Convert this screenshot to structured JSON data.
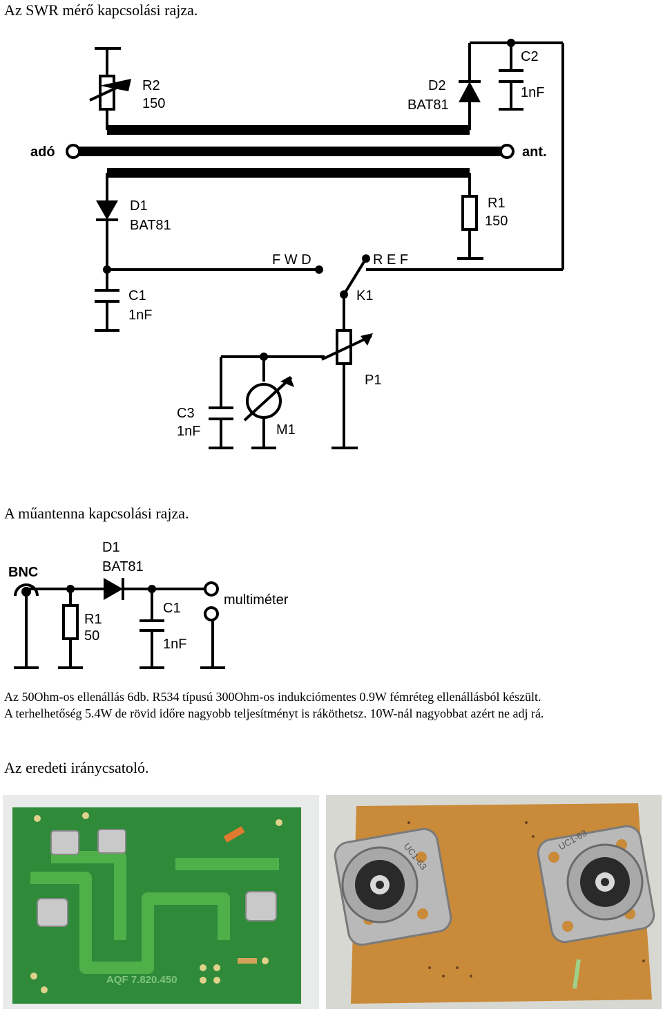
{
  "page": {
    "heading_swr": "Az SWR mérő kapcsolási rajza.",
    "heading_dummy": "A műantenna kapcsolási rajza.",
    "note_line1": "Az 50Ohm-os ellenállás 6db. R534 típusú 300Ohm-os indukciómentes 0.9W fémréteg ellenállásból készült.",
    "note_line2": "A terhelhetőség 5.4W de rövid időre nagyobb teljesítményt is ráköthetsz. 10W-nál nagyobbat azért ne adj rá.",
    "heading_coupler": "Az eredeti iránycsatoló."
  },
  "swr_schematic": {
    "r2_name": "R2",
    "r2_value": "150",
    "d2_name": "D2",
    "d2_type": "BAT81",
    "c2_name": "C2",
    "c2_value": "1nF",
    "in_label": "adó",
    "out_label": "ant.",
    "d1_name": "D1",
    "d1_type": "BAT81",
    "r1_name": "R1",
    "r1_value": "150",
    "fwd_label": "F W D",
    "ref_label": "R E F",
    "c1_name": "C1",
    "c1_value": "1nF",
    "k1_name": "K1",
    "p1_name": "P1",
    "c3_name": "C3",
    "c3_value": "1nF",
    "m1_name": "M1"
  },
  "dummy_schematic": {
    "bnc_label": "BNC",
    "d1_name": "D1",
    "d1_type": "BAT81",
    "r1_name": "R1",
    "r1_value": "50",
    "c1_name": "C1",
    "c1_value": "1nF",
    "meter_label": "multiméter"
  },
  "photos": {
    "left_pcb_marking": "AQF 7.820.450",
    "right_conn_marking_left": "UC1-63",
    "right_conn_marking_right": "UC1-63"
  },
  "colors": {
    "pcb_green": "#2f8a3a",
    "pcb_copper_board": "#c98a3a",
    "trace_green": "#4fb04a"
  }
}
